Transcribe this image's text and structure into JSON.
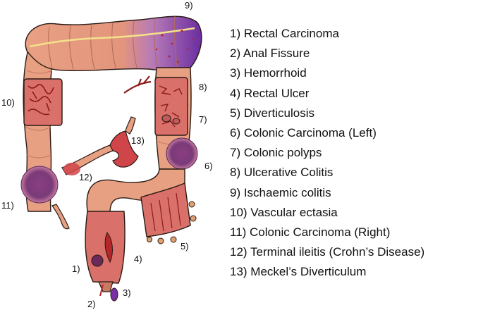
{
  "diagram": {
    "callouts": [
      "1)",
      "2)",
      "3)",
      "4)",
      "5)",
      "6)",
      "7)",
      "8)",
      "9)",
      "10)",
      "11)",
      "12)",
      "13)"
    ],
    "legend": [
      "1) Rectal Carcinoma",
      "2) Anal Fissure",
      "3) Hemorrhoid",
      "4) Rectal Ulcer",
      "5) Diverticulosis",
      "6) Colonic Carcinoma (Left)",
      "7) Colonic polyps",
      "8) Ulcerative Colitis",
      "9) Ischaemic colitis",
      "10) Vascular ectasia",
      "11) Colonic Carcinoma (Right)",
      "12) Terminal ileitis (Crohn’s Disease)",
      "13) Meckel’s Diverticulum"
    ],
    "colors": {
      "bowel": "#e8a083",
      "bowel_shadow": "#c97a62",
      "bowel_outline": "#2a1a14",
      "mucosa": "#d9706a",
      "lesion_red": "#b5262b",
      "ischaemic_purple": "#6a2ea0",
      "tumour_purple": "#7a3a78",
      "fat_yellow": "#f3e08a",
      "hemorrhoid_purple": "#7a2fa6",
      "vessel_red": "#8e1b1b"
    }
  }
}
